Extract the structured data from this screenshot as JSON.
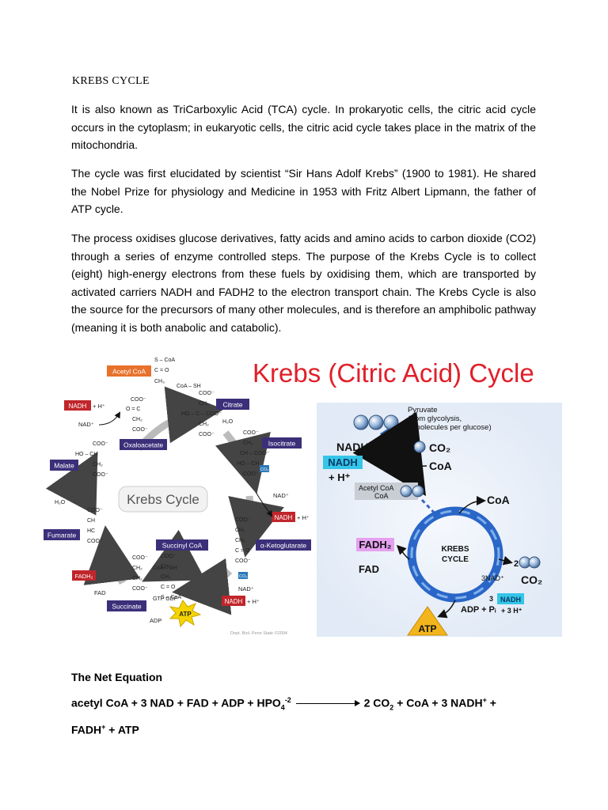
{
  "doc": {
    "title": "KREBS CYCLE",
    "paragraphs": [
      "It is also known as TriCarboxylic Acid (TCA) cycle.  In prokaryotic cells, the citric acid cycle occurs in the cytoplasm; in eukaryotic cells, the citric acid cycle takes place in the matrix of the mitochondria.",
      "The cycle was first elucidated by scientist “Sir Hans Adolf Krebs” (1900 to 1981). He shared the Nobel Prize for physiology and Medicine in 1953 with Fritz Albert Lipmann, the father of ATP cycle.",
      "The process oxidises glucose derivatives, fatty acids and amino acids to carbon dioxide (CO2) through a series of enzyme controlled steps. The purpose of the Krebs Cycle is to collect (eight) high-energy electrons from these fuels by oxidising them, which are transported by activated carriers NADH and FADH2 to the electron transport chain. The Krebs Cycle is also the source for the precursors of many other molecules, and is therefore an amphibolic pathway (meaning it is both anabolic and catabolic)."
    ]
  },
  "figure": {
    "heading": "Krebs (Citric Acid) Cycle",
    "left_center_label": "Krebs Cycle",
    "compounds": {
      "acetyl_coa": "Acetyl CoA",
      "citrate": "Citrate",
      "isocitrate": "Isocitrate",
      "ketoglutarate": "α-Ketoglutarate",
      "succinyl_coa": "Succinyl CoA",
      "succinate": "Succinate",
      "fumarate": "Fumarate",
      "malate": "Malate",
      "oxaloacetate": "Oxaloacetate"
    },
    "cofactors": {
      "nadh_h": "NADH",
      "plus_h": "+ H⁺",
      "nad": "NAD⁺",
      "fadh2": "FADH₂",
      "fad": "FAD",
      "h2o": "H₂O",
      "co2": "CO₂",
      "coa_sh": "CoA – SH",
      "gtp_gdp": "GTP GDP",
      "adp": "ADP",
      "atp": "ATP",
      "credit": "Dept. Biol. Penn State ©2004"
    },
    "right": {
      "pyruvate_1": "Pyruvate",
      "pyruvate_2": "(from glycolysis,",
      "pyruvate_3": "2 molecules per glucose)",
      "nadh_plus": "NADH⁺",
      "co2": "CO₂",
      "nadh": "NADH",
      "plus_h": "+ H⁺",
      "coa": "CoA",
      "acetyl_coa_1": "Acetyl CoA",
      "acetyl_coa_2": "CoA",
      "coa_top": "CoA",
      "cycle_1": "KREBS",
      "cycle_2": "CYCLE",
      "fadh2": "FADH₂",
      "fad": "FAD",
      "two": "2",
      "co2_right": "CO₂",
      "three_nad": "3NAD⁺",
      "three": "3",
      "nadh_box": "NADH",
      "plus_3h": "+ 3 H⁺",
      "adp_pi": "ADP + Pᵢ",
      "atp": "ATP"
    }
  },
  "net": {
    "title": "The Net Equation",
    "lhs_1": "acetyl CoA + 3 NAD + FAD + ADP + HPO",
    "lhs_sub": "4",
    "lhs_sup": "-2",
    "rhs_1": "2 CO",
    "rhs_sub": "2",
    "rhs_2": "+ CoA + 3 NADH",
    "rhs_sup": "+",
    "rhs_3": "+",
    "line2_1": "FADH",
    "line2_sup": "+",
    "line2_2": "+ ATP"
  }
}
